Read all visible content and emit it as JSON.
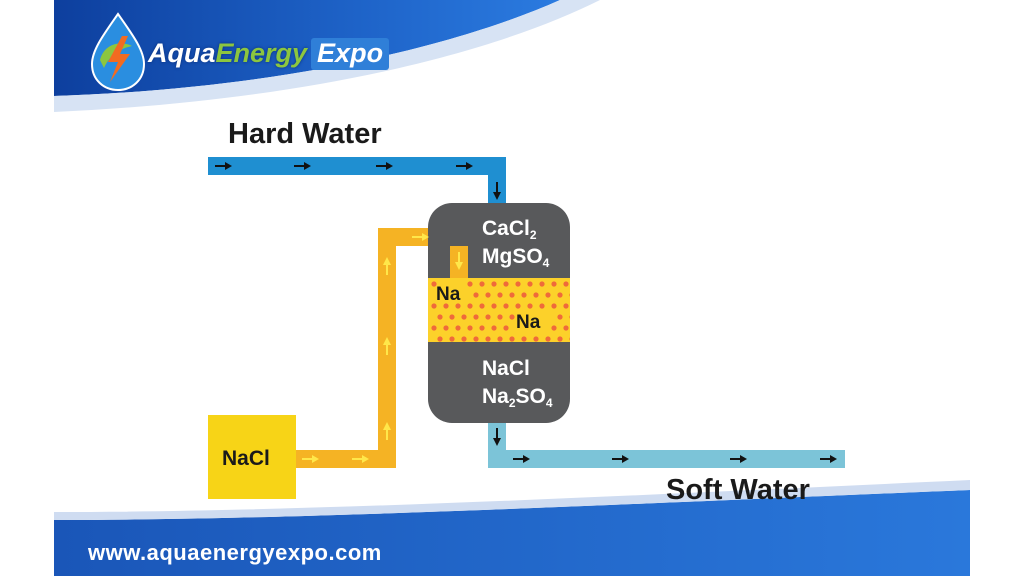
{
  "logo": {
    "aqua": "Aqua",
    "energy": "Energy",
    "expo": "Expo"
  },
  "footer": {
    "url": "www.aquaenergyexpo.com"
  },
  "flow": {
    "input_label": "Hard Water",
    "output_label": "Soft Water",
    "salt_label": "NaCl"
  },
  "tank": {
    "top": {
      "line1_base": "CaCl",
      "line1_sub": "2",
      "line2_base": "MgSO",
      "line2_sub": "4"
    },
    "resin": {
      "label_a": "Na",
      "label_b": "Na"
    },
    "bottom": {
      "line1": "NaCl",
      "line2_a": "Na",
      "line2_sub1": "2",
      "line2_b": "SO",
      "line2_sub2": "4"
    }
  },
  "colors": {
    "hard_water": "#1f8fd1",
    "soft_water": "#7cc4d8",
    "brine": "#f5b324",
    "salt_box": "#f7d417",
    "tank": "#58595b",
    "resin": "#fcd12a",
    "bead": "#ef6a3a",
    "arrow_dark": "#111111",
    "arrow_yellow": "#ffe74a",
    "header_blue": "#1f5fc4"
  },
  "icons": {
    "logo_mark": "water-drop-lightning-icon"
  }
}
